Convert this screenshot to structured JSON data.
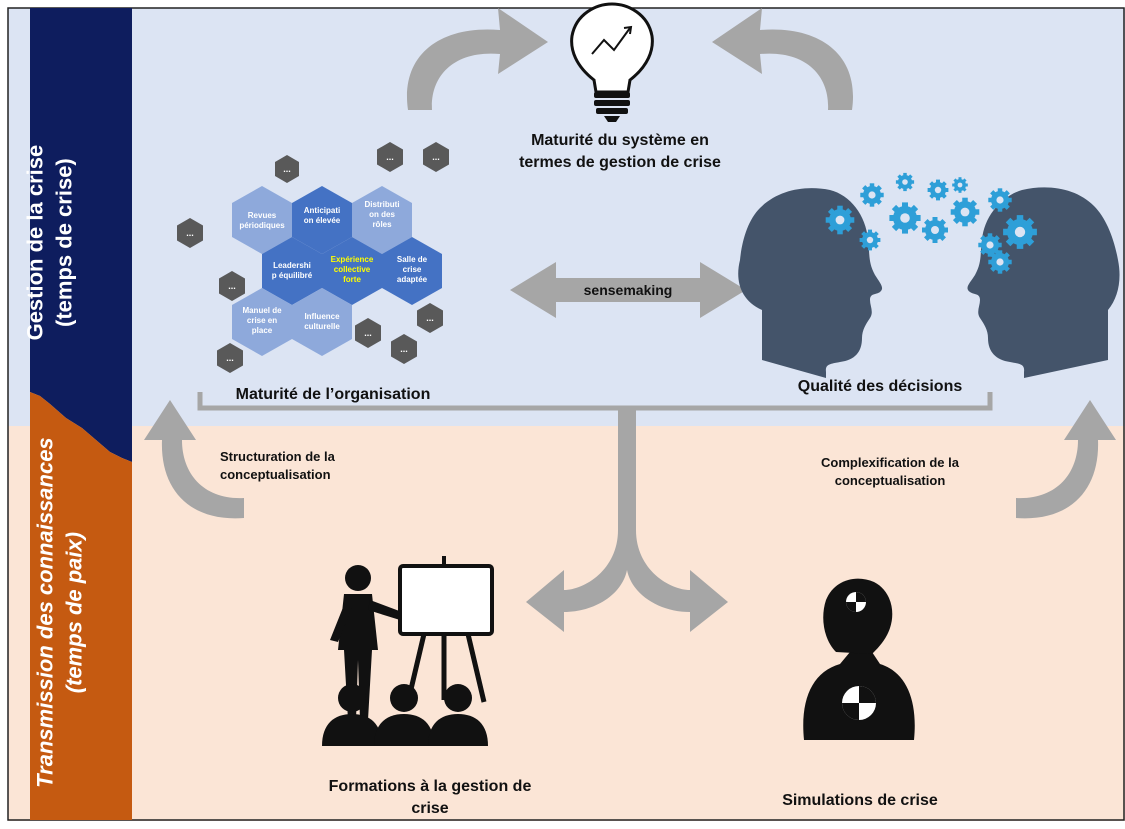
{
  "bands": {
    "top_label_line1": "Gestion de la crise",
    "top_label_line2": "(temps de crise)",
    "bottom_label_line1": "Transmission des connaissances",
    "bottom_label_line2": "(temps de paix)"
  },
  "nodes": {
    "systeme_line1": "Maturité du système en",
    "systeme_line2": "termes de gestion de crise",
    "organisation": "Maturité de l’organisation",
    "decisions": "Qualité des décisions",
    "sensemaking": "sensemaking",
    "formations_line1": "Formations à la gestion de",
    "formations_line2": "crise",
    "simulations": "Simulations de crise"
  },
  "arrows": {
    "left_line1": "Structuration de la",
    "left_line2": "conceptualisation",
    "right_line1": "Complexification de la",
    "right_line2": "conceptualisation"
  },
  "hexagons": {
    "revues": [
      "Revues",
      "périodiques"
    ],
    "anticipation": [
      "Anticipati",
      "on élevée"
    ],
    "distribution": [
      "Distributi",
      "on des",
      "rôles"
    ],
    "leadership": [
      "Leadershi",
      "p équilibré"
    ],
    "experience": [
      "Expérience",
      "collective",
      "forte"
    ],
    "salle": [
      "Salle de",
      "crise",
      "adaptée"
    ],
    "manuel": [
      "Manuel de",
      "crise en",
      "place"
    ],
    "influence": [
      "Influence",
      "culturelle"
    ],
    "ellipsis": "..."
  },
  "colors": {
    "top_band": "#dce4f3",
    "bottom_band": "#fbe5d6",
    "navy": "#0e1d5e",
    "orange": "#c55a11",
    "arrow_grey": "#a6a6a6",
    "head_slate": "#44546a",
    "gear_blue": "#2e9fd8",
    "hex_light": "#8ea9db",
    "hex_dark": "#4472c4",
    "hex_grey": "#595959",
    "highlight_yellow": "#ffff00"
  }
}
